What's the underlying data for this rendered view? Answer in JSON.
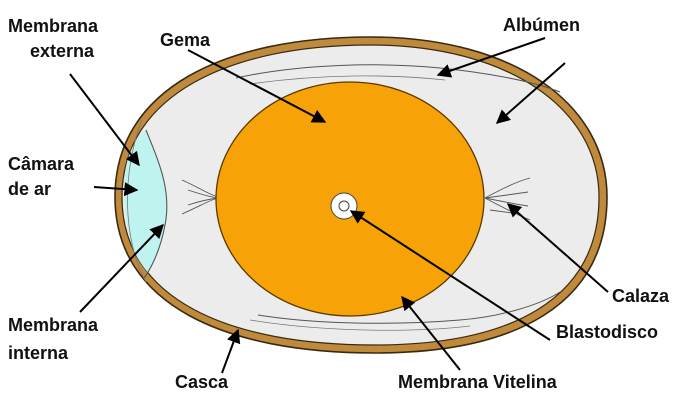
{
  "labels": {
    "membrana_externa_1": "Membrana",
    "membrana_externa_2": "externa",
    "gema": "Gema",
    "albumen": "Albúmen",
    "camara_1": "Câmara",
    "camara_2": "de ar",
    "membrana_interna_1": "Membrana",
    "membrana_interna_2": "interna",
    "calaza": "Calaza",
    "blastodisco": "Blastodisco",
    "casca": "Casca",
    "membrana_vitelina": "Membrana Vitelina"
  },
  "colors": {
    "shell": "#bf8a3c",
    "shell_outline": "#3a2a12",
    "albumen": "#ececec",
    "air_cell": "#bff3ef",
    "yolk": "#f7a206",
    "yolk_outline": "#5a3a00",
    "arrow": "#000000"
  }
}
